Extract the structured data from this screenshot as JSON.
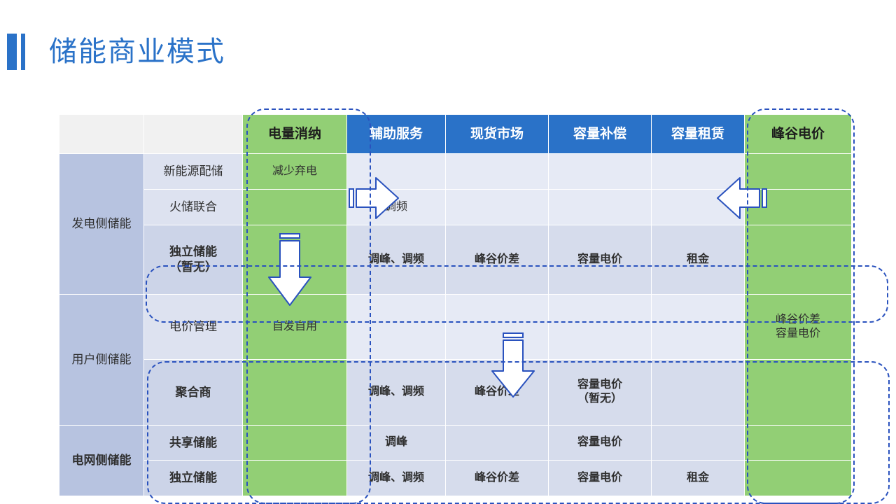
{
  "slide": {
    "title": "储能商业模式",
    "accent_color": "#2a72c8",
    "green_color": "#92cf75"
  },
  "table": {
    "columns": [
      {
        "key": "group",
        "label": ""
      },
      {
        "key": "scene",
        "label": ""
      },
      {
        "key": "dlxn",
        "label": "电量消纳"
      },
      {
        "key": "fzfw",
        "label": "辅助服务"
      },
      {
        "key": "xhsc",
        "label": "现货市场"
      },
      {
        "key": "rlbc",
        "label": "容量补偿"
      },
      {
        "key": "rlzl",
        "label": "容量租赁"
      },
      {
        "key": "fgdj",
        "label": "峰谷电价"
      }
    ],
    "groups": [
      {
        "label": "发电侧储能",
        "rows": 3
      },
      {
        "label": "用户侧储能",
        "rows": 2
      },
      {
        "label": "电网侧储能",
        "rows": 2
      }
    ],
    "rows": [
      {
        "scene": "新能源配储",
        "cells": [
          "减少弃电",
          "",
          "",
          "",
          "",
          ""
        ]
      },
      {
        "scene": "火储联合",
        "cells": [
          "",
          "调频",
          "",
          "",
          "",
          ""
        ]
      },
      {
        "scene": "独立储能\n（暂无）",
        "cells": [
          "",
          "调峰、调频",
          "峰谷价差",
          "容量电价",
          "租金",
          ""
        ]
      },
      {
        "scene": "电价管理",
        "cells": [
          "自发自用",
          "",
          "",
          "",
          "",
          "峰谷价差\n容量电价"
        ]
      },
      {
        "scene": "聚合商",
        "cells": [
          "",
          "调峰、调频",
          "峰谷价差",
          "容量电价\n（暂无）",
          "",
          ""
        ]
      },
      {
        "scene": "共享储能",
        "cells": [
          "",
          "调峰",
          "",
          "容量电价",
          "",
          ""
        ]
      },
      {
        "scene": "独立储能",
        "cells": [
          "",
          "调峰、调频",
          "峰谷价差",
          "容量电价",
          "租金",
          ""
        ]
      }
    ]
  },
  "annotations": {
    "arrows": [
      {
        "name": "arrow-right-consumption",
        "direction": "right"
      },
      {
        "name": "arrow-left-peak-valley",
        "direction": "left"
      },
      {
        "name": "arrow-down-consumption",
        "direction": "down"
      },
      {
        "name": "arrow-down-spot-market",
        "direction": "down"
      }
    ],
    "highlight_boxes": [
      {
        "name": "highlight-independent-storage-row"
      },
      {
        "name": "highlight-consumption-column"
      },
      {
        "name": "highlight-peak-valley-column"
      },
      {
        "name": "highlight-grid-side-rows"
      }
    ]
  }
}
